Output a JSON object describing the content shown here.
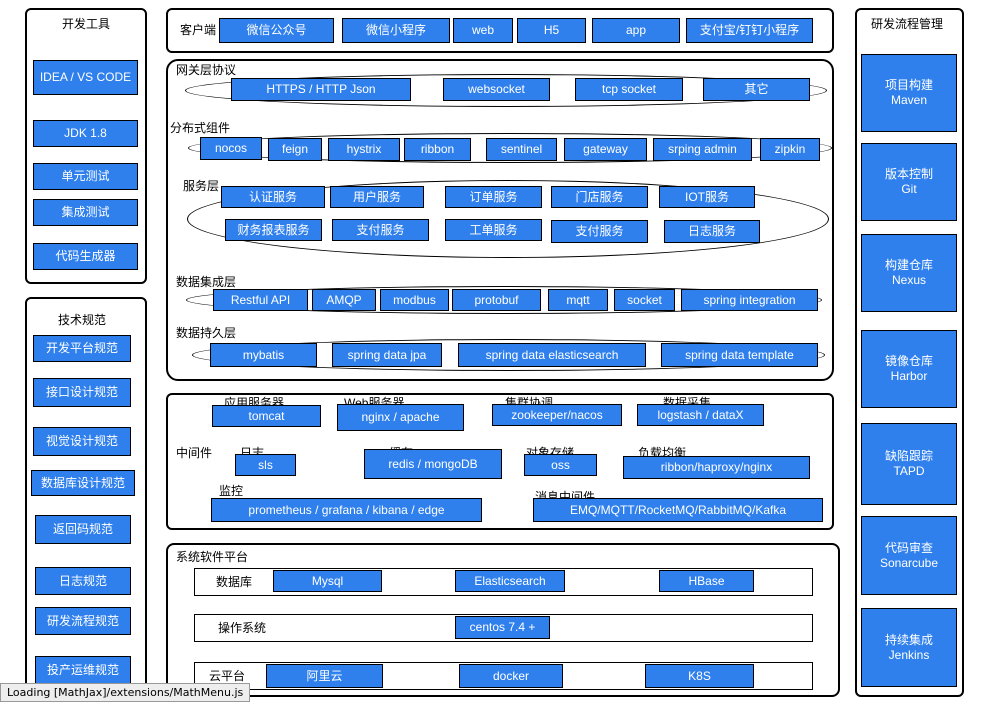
{
  "dev_tools": {
    "title": "开发工具",
    "items": [
      "IDEA / VS CODE",
      "JDK 1.8",
      "单元测试",
      "集成测试",
      "代码生成器"
    ]
  },
  "tech_spec": {
    "title": "技术规范",
    "items": [
      "开发平台规范",
      "接口设计规范",
      "视觉设计规范",
      "数据库设计规范",
      "返回码规范",
      "日志规范",
      "研发流程规范",
      "投产运维规范"
    ]
  },
  "client": {
    "label": "客户端",
    "items": [
      "微信公众号",
      "微信小程序",
      "web",
      "H5",
      "app",
      "支付宝/钉钉小程序"
    ]
  },
  "backend": {
    "gateway": {
      "label": "网关层协议",
      "items": [
        "HTTPS / HTTP Json",
        "websocket",
        "tcp socket",
        "其它"
      ]
    },
    "distributed": {
      "label": "分布式组件",
      "items": [
        "nocos",
        "feign",
        "hystrix",
        "ribbon",
        "sentinel",
        "gateway",
        "srping admin",
        "zipkin"
      ]
    },
    "service": {
      "label": "服务层",
      "items": [
        "认证服务",
        "用户服务",
        "订单服务",
        "门店服务",
        "IOT服务",
        "财务报表服务",
        "支付服务",
        "工单服务",
        "支付服务",
        "日志服务"
      ]
    },
    "integration": {
      "label": "数据集成层",
      "items": [
        "Restful API",
        "AMQP",
        "modbus",
        "protobuf",
        "mqtt",
        "socket",
        "spring integration"
      ]
    },
    "persistence": {
      "label": "数据持久层",
      "items": [
        "mybatis",
        "spring data jpa",
        "spring data elasticsearch",
        "spring data template"
      ]
    }
  },
  "middleware": {
    "label": "中间件",
    "app_server": {
      "label": "应用服务器",
      "value": "tomcat"
    },
    "web_server": {
      "label": "Web服务器",
      "value": "nginx / apache"
    },
    "cluster": {
      "label": "集群协调",
      "value": "zookeeper/nacos"
    },
    "collect": {
      "label": "数据采集",
      "value": "logstash / dataX"
    },
    "log": {
      "label": "日志",
      "value": "sls"
    },
    "cache": {
      "label": "缓存",
      "value": "redis / mongoDB"
    },
    "object_storage": {
      "label": "对象存储",
      "value": "oss"
    },
    "load_balance": {
      "label": "负载均衡",
      "value": "ribbon/haproxy/nginx"
    },
    "monitor": {
      "label": "监控",
      "value": "prometheus / grafana / kibana / edge"
    },
    "mq": {
      "label": "消息中间件",
      "value": "EMQ/MQTT/RocketMQ/RabbitMQ/Kafka"
    }
  },
  "platform": {
    "title": "系统软件平台",
    "db": {
      "label": "数据库",
      "items": [
        "Mysql",
        "Elasticsearch",
        "HBase"
      ]
    },
    "os": {
      "label": "操作系统",
      "items": [
        "centos 7.4 +"
      ]
    },
    "cloud": {
      "label": "云平台",
      "items": [
        "阿里云",
        "docker",
        "K8S"
      ]
    }
  },
  "process": {
    "title": "研发流程管理",
    "items": [
      {
        "name": "项目构建",
        "tool": "Maven"
      },
      {
        "name": "版本控制",
        "tool": "Git"
      },
      {
        "name": "构建仓库",
        "tool": "Nexus"
      },
      {
        "name": "镜像仓库",
        "tool": "Harbor"
      },
      {
        "name": "缺陷跟踪",
        "tool": "TAPD"
      },
      {
        "name": "代码审查",
        "tool": "Sonarcube"
      },
      {
        "name": "持续集成",
        "tool": "Jenkins"
      }
    ]
  },
  "status_bar": "Loading [MathJax]/extensions/MathMenu.js"
}
